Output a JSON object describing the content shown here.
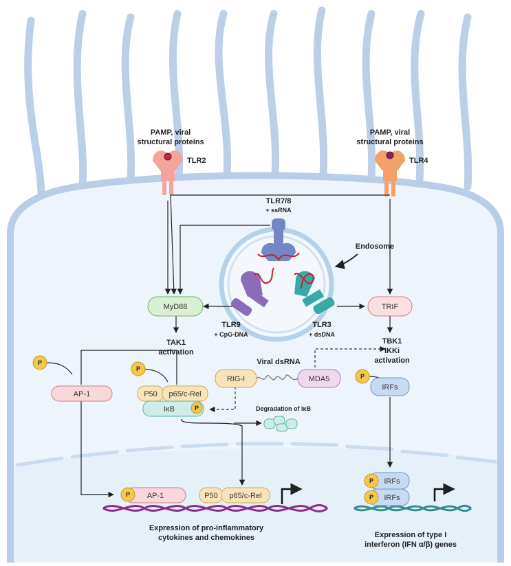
{
  "receptors": {
    "tlr2": {
      "label": "TLR2",
      "ligand_line1": "PAMP, viral",
      "ligand_line2": "structural proteins"
    },
    "tlr4": {
      "label": "TLR4",
      "ligand_line1": "PAMP, viral",
      "ligand_line2": "structural proteins"
    },
    "tlr78": {
      "label": "TLR7/8",
      "ligand": "+ ssRNA"
    },
    "tlr9": {
      "label": "TLR9",
      "ligand": "+ CpG-DNA"
    },
    "tlr3": {
      "label": "TLR3",
      "ligand": "+ dsDNA"
    }
  },
  "endosome_label": "Endosome",
  "adaptors": {
    "myd88": "MyD88",
    "trif": "TRIF"
  },
  "tak1": {
    "line1": "TAK1",
    "line2": "activation"
  },
  "tbk1": {
    "line1": "TBK1",
    "line2": "IKKi",
    "line3": "activation"
  },
  "viral_dsrna": "Viral dsRNA",
  "sensors": {
    "rigi": "RIG-I",
    "mda5": "MDA5"
  },
  "factors": {
    "ap1": "AP-1",
    "p50": "P50",
    "p65": "p65/c-Rel",
    "ikb": "IκB",
    "irfs": "IRFs",
    "phospho": "P"
  },
  "degradation_label": "Degradation of IκB",
  "outputs": {
    "proinflammatory_line1": "Expression of pro-inflammatory",
    "proinflammatory_line2": "cytokines and chemokines",
    "interferon_line1": "Expression of type I",
    "interferon_line2": "interferon (IFN α/β) genes"
  },
  "colors": {
    "membrane": "#b9cde6",
    "cytoplasm": "#eef4fb",
    "nucleus": "#e6f0f9",
    "tlr2": "#f3a49b",
    "tlr4": "#f3a06a",
    "tlr78": "#7486c4",
    "tlr9": "#8b6db7",
    "tlr3": "#39a9a8",
    "myd88": "#d9f0d4",
    "trif": "#fbe0e3",
    "ap1": "#f9d8dc",
    "p50": "#f8e4b8",
    "ikb": "#cdeee8",
    "irfs": "#c8daf2",
    "phospho": "#f5c84a",
    "dna": "#8a2b8c",
    "dna2": "#2e8e8d"
  }
}
